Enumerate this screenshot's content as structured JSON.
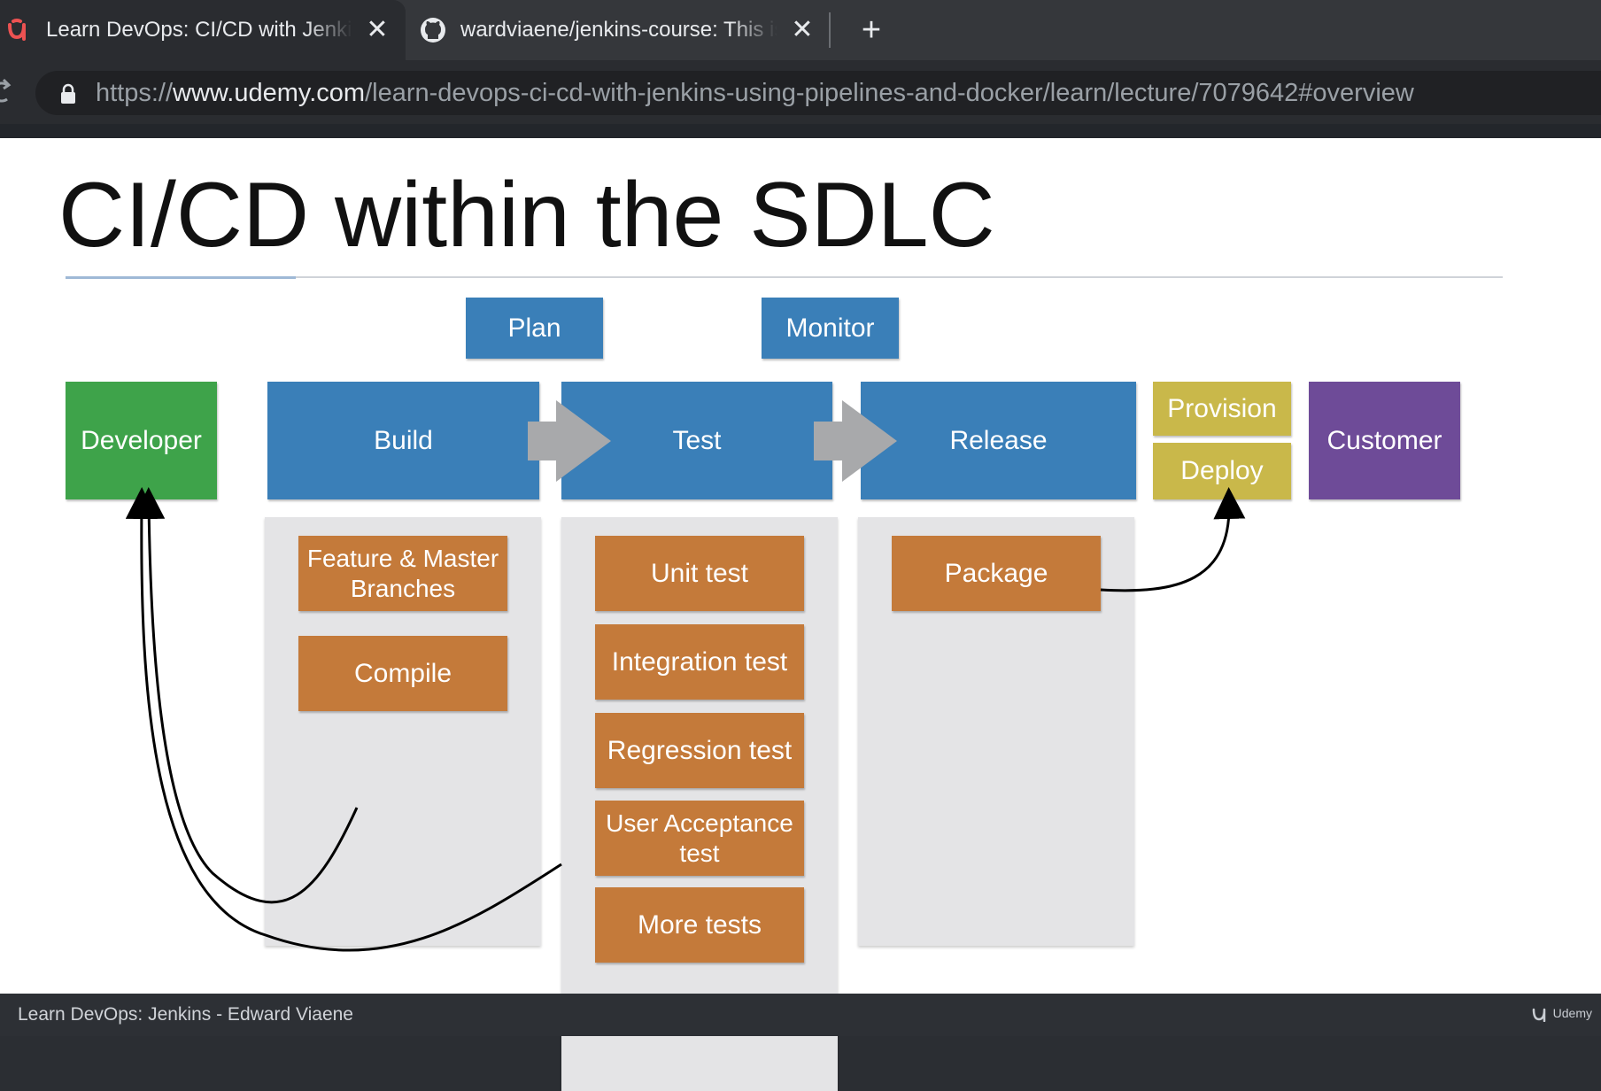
{
  "browser": {
    "tabs": [
      {
        "title": "Learn DevOps: CI/CD with Jenkins using Pipelines and Docker",
        "favicon": "udemy-icon",
        "active": true
      },
      {
        "title": "wardviaene/jenkins-course: This is the course material",
        "favicon": "github-icon",
        "active": false
      }
    ],
    "new_tab_label": "+",
    "close_label": "✕",
    "url_scheme": "https://",
    "url_host": "www.udemy.com",
    "url_path": "/learn-devops-ci-cd-with-jenkins-using-pipelines-and-docker/learn/lecture/7079642#overview"
  },
  "slide": {
    "title": "CI/CD within the SDLC",
    "top_boxes": {
      "plan": "Plan",
      "monitor": "Monitor"
    },
    "stages": {
      "developer": "Developer",
      "build": "Build",
      "test": "Test",
      "release": "Release",
      "provision": "Provision",
      "deploy": "Deploy",
      "customer": "Customer"
    },
    "build_steps": [
      "Feature & Master Branches",
      "Compile"
    ],
    "test_steps": [
      "Unit test",
      "Integration test",
      "Regression test",
      "User Acceptance test",
      "More tests"
    ],
    "release_steps": [
      "Package"
    ],
    "colors": {
      "blue": "#3a7fb8",
      "green": "#3ea34a",
      "yellow": "#c9b84a",
      "purple": "#6e4b98",
      "orange": "#c47a3a",
      "panel": "#e4e4e6"
    }
  },
  "footer": {
    "course_label": "Learn DevOps: Jenkins - Edward Viaene",
    "logo_text": "Udemy"
  }
}
